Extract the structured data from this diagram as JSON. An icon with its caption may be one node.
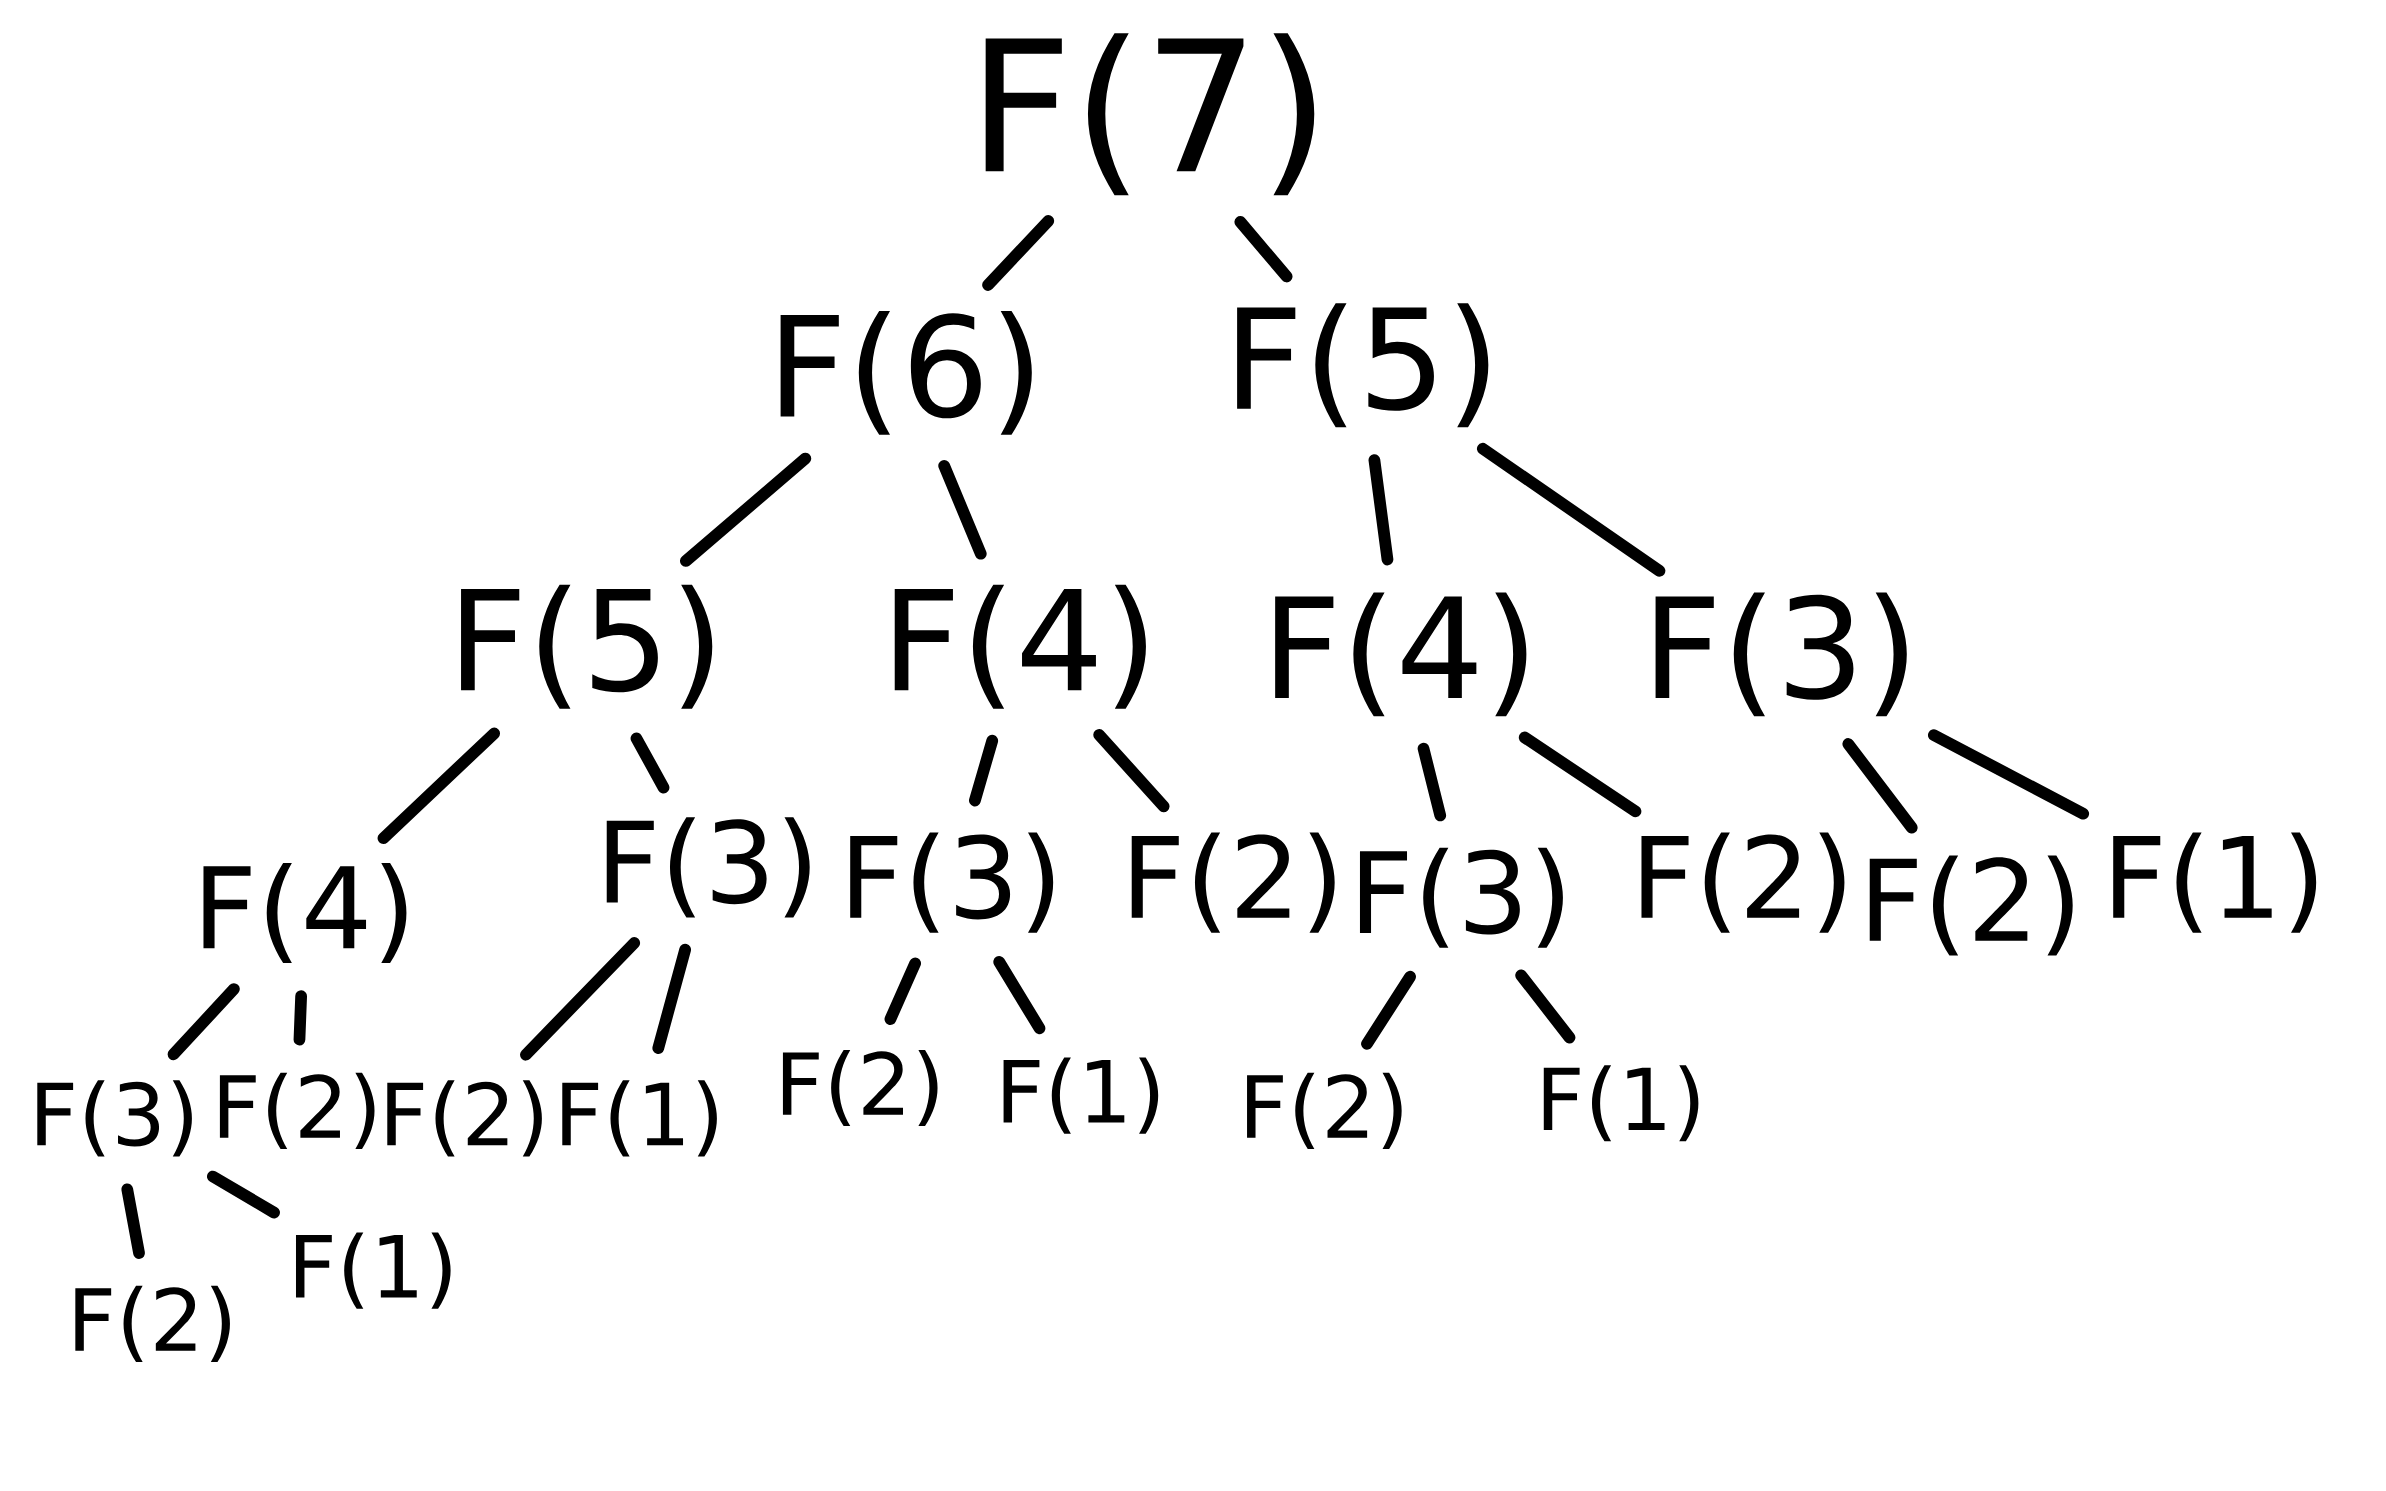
{
  "diagram": {
    "nodes": [
      {
        "text": [
          "F(7)"
        ]
      },
      {
        "text": [
          "F(6)"
        ]
      },
      {
        "text": [
          "F(5)"
        ]
      },
      {
        "text": [
          "F(5)"
        ]
      },
      {
        "text": [
          "F(4)"
        ]
      },
      {
        "text": [
          "F(4)"
        ]
      },
      {
        "text": [
          "F(3)"
        ]
      },
      {
        "text": [
          "F(4)"
        ]
      },
      {
        "text": [
          "F(3)"
        ]
      },
      {
        "text": [
          "F(3)"
        ]
      },
      {
        "text": [
          "F(2)"
        ]
      },
      {
        "text": [
          "F(3)"
        ]
      },
      {
        "text": [
          "F(2)"
        ]
      },
      {
        "text": [
          "F(2)"
        ]
      },
      {
        "text": [
          "F(1)"
        ]
      },
      {
        "text": [
          "F(3)"
        ]
      },
      {
        "text": [
          "F(2)"
        ]
      },
      {
        "text": [
          "F(2)"
        ]
      },
      {
        "text": [
          "F(1)"
        ]
      },
      {
        "text": [
          "F(2)"
        ]
      },
      {
        "text": [
          "F(1)"
        ]
      },
      {
        "text": [
          "F(2)"
        ]
      },
      {
        "text": [
          "F(1)"
        ]
      },
      {
        "text": [
          "F(2)"
        ]
      },
      {
        "text": [
          "F(1)"
        ]
      }
    ],
    "edges": [
      {
        "from": 0,
        "to": 1,
        "arrow": "none"
      },
      {
        "from": 0,
        "to": 2,
        "arrow": "none"
      },
      {
        "from": 1,
        "to": 3,
        "arrow": "none"
      },
      {
        "from": 1,
        "to": 4,
        "arrow": "none"
      },
      {
        "from": 2,
        "to": 5,
        "arrow": "none"
      },
      {
        "from": 2,
        "to": 6,
        "arrow": "none"
      },
      {
        "from": 3,
        "to": 7,
        "arrow": "none"
      },
      {
        "from": 3,
        "to": 8,
        "arrow": "none"
      },
      {
        "from": 4,
        "to": 9,
        "arrow": "none"
      },
      {
        "from": 4,
        "to": 10,
        "arrow": "none"
      },
      {
        "from": 5,
        "to": 11,
        "arrow": "none"
      },
      {
        "from": 5,
        "to": 12,
        "arrow": "none"
      },
      {
        "from": 6,
        "to": 13,
        "arrow": "none"
      },
      {
        "from": 6,
        "to": 14,
        "arrow": "none"
      },
      {
        "from": 7,
        "to": 15,
        "arrow": "none"
      },
      {
        "from": 7,
        "to": 16,
        "arrow": "none"
      },
      {
        "from": 8,
        "to": 17,
        "arrow": "none"
      },
      {
        "from": 8,
        "to": 18,
        "arrow": "none"
      },
      {
        "from": 9,
        "to": 19,
        "arrow": "none"
      },
      {
        "from": 9,
        "to": 20,
        "arrow": "none"
      },
      {
        "from": 11,
        "to": 21,
        "arrow": "none"
      },
      {
        "from": 11,
        "to": 22,
        "arrow": "none"
      },
      {
        "from": 15,
        "to": 23,
        "arrow": "none"
      },
      {
        "from": 15,
        "to": 24,
        "arrow": "none"
      }
    ]
  }
}
